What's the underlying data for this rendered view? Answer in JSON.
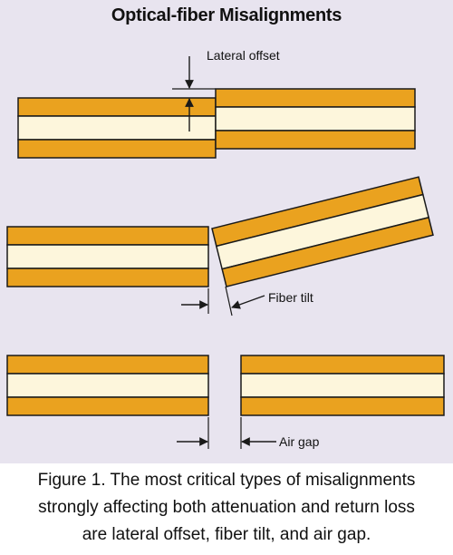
{
  "title": "Optical-fiber Misalignments",
  "labels": {
    "lateral_offset": "Lateral offset",
    "fiber_tilt": "Fiber tilt",
    "air_gap": "Air gap"
  },
  "caption": {
    "line1": "Figure 1. The most critical types of misalignments",
    "line2": "strongly affecting both attenuation and return loss",
    "line3": "are lateral offset, fiber tilt, and air gap."
  },
  "colors": {
    "background": "#e8e4ef",
    "cladding": "#eaa21f",
    "core": "#fdf6dc",
    "outline": "#1a1a1a",
    "caption_background": "#ffffff"
  }
}
